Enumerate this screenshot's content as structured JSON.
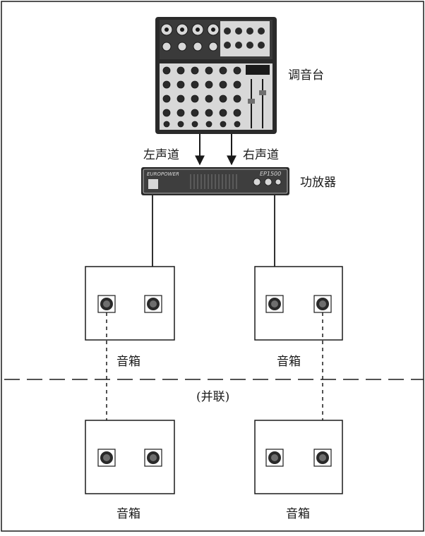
{
  "labels": {
    "mixer": "调音台",
    "left_channel": "左声道",
    "right_channel": "右声道",
    "amplifier": "功放器",
    "speaker": "音箱",
    "parallel": "(并联)"
  },
  "amplifier_panel": {
    "brand": "EUROPOWER",
    "model": "EP1500"
  },
  "colors": {
    "line": "#1a1a1a",
    "device_dark": "#2a2a2a",
    "device_mid": "#6e6e6e",
    "device_light": "#d8d8d8"
  }
}
